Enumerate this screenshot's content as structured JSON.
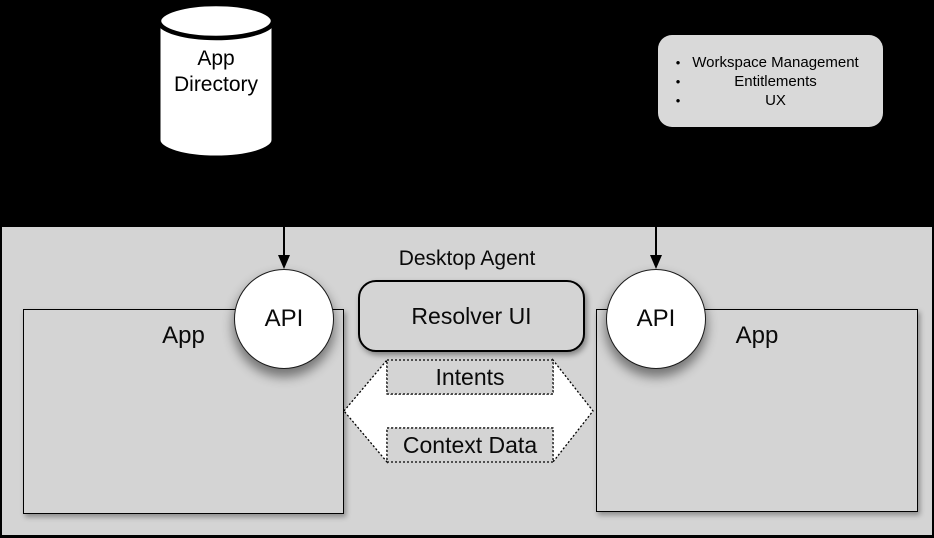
{
  "diagram": {
    "title": "Desktop Agent",
    "app_directory": {
      "line1": "App",
      "line2": "Directory"
    },
    "capabilities": {
      "bullet": "•",
      "items": [
        "Workspace Management",
        "Entitlements",
        "UX"
      ]
    },
    "resolver_label": "Resolver UI",
    "left_app_label": "App",
    "right_app_label": "App",
    "left_api_label": "API",
    "right_api_label": "API",
    "intents_label": "Intents",
    "context_label": "Context Data",
    "colors": {
      "background": "#000000",
      "panel_gray": "#d4d4d4",
      "capabilities_gray": "#d9d9d9",
      "shape_white": "#ffffff",
      "stroke_black": "#000000"
    }
  }
}
